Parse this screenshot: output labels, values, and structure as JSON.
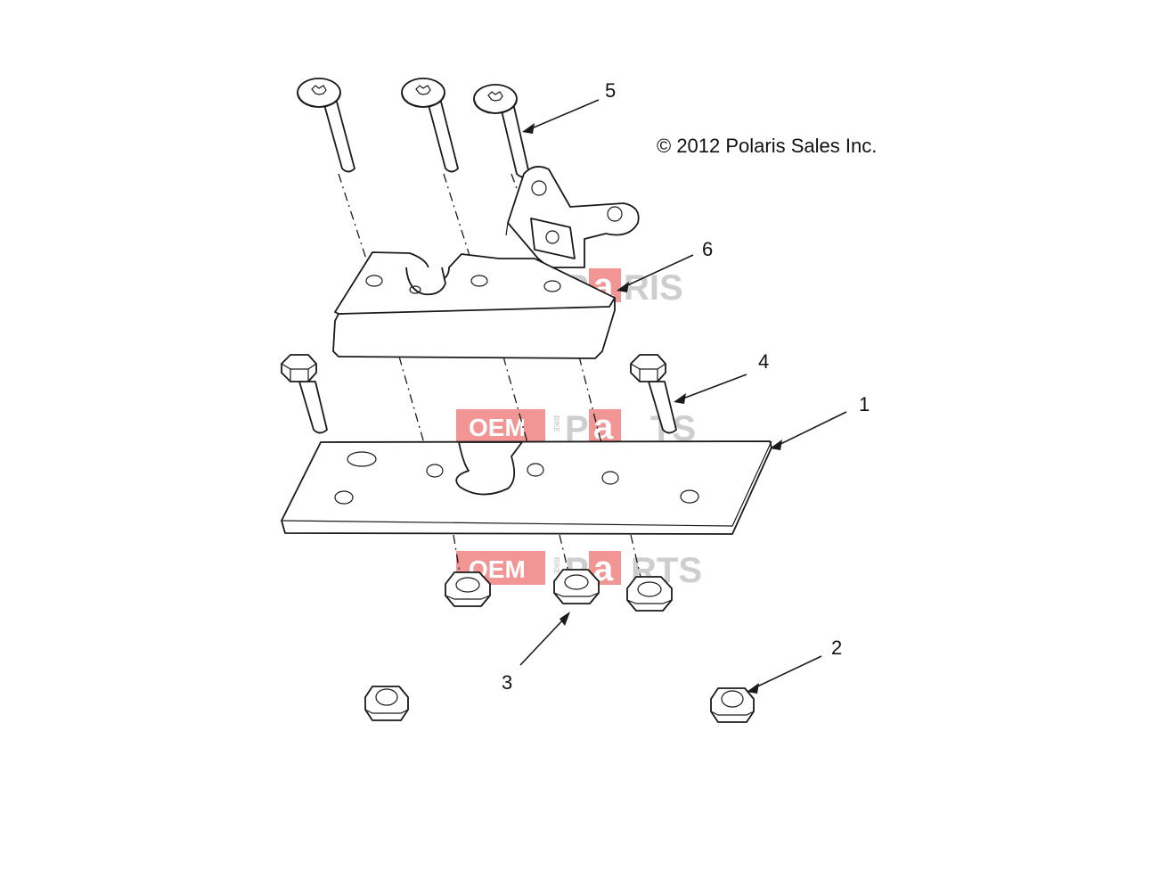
{
  "copyright": "© 2012 Polaris Sales Inc.",
  "callouts": [
    "1",
    "2",
    "3",
    "4",
    "5",
    "6"
  ],
  "watermark": {
    "oem": "OEM",
    "bike": "BIKE",
    "parts_p": "P",
    "parts_a": "a",
    "parts_rest_1": "RIS",
    "parts_rest_2": "TS",
    "parts_rest_3": "RTS"
  },
  "colors": {
    "watermark_red": "#f08a8a",
    "watermark_gray": "#c9c9c9",
    "line": "#1a1a1a"
  }
}
